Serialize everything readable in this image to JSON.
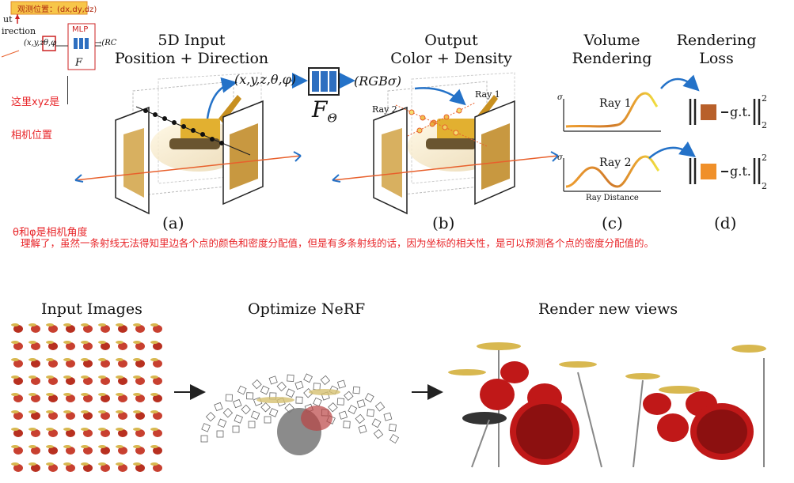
{
  "thumb": {
    "banner": "观测位置：(dx,dy,dz)",
    "label_a": "ut",
    "label_b": "irection",
    "label_c": "(x,y,z",
    "label_theta": "θ,φ",
    "mlp": "MLP",
    "f": "F",
    "out": "→(RC"
  },
  "headers": {
    "input_line1": "5D Input",
    "input_line2": "Position + Direction",
    "output_line1": "Output",
    "output_line2": "Color + Density",
    "volume_line1": "Volume",
    "volume_line2": "Rendering",
    "loss_line1": "Rendering",
    "loss_line2": "Loss"
  },
  "diagram": {
    "input_tuple": "(x,y,z,θ,φ)",
    "output_tuple": "(RGBσ)",
    "f_theta": "F",
    "f_sub": "Θ",
    "ray1": "Ray 1",
    "ray2": "Ray 2",
    "sigma": "σ",
    "ray_distance": "Ray Distance",
    "gt": "g.t.",
    "exp": "2"
  },
  "panels": {
    "a": "(a)",
    "b": "(b)",
    "c": "(c)",
    "d": "(d)"
  },
  "notes": {
    "xyz_line1": "这里xyz是",
    "xyz_line2": "相机位置",
    "angles": "θ和φ是相机角度",
    "understand": "理解了，虽然一条射线无法得知里边各个点的颜色和密度分配值，但是有多条射线的话，因为坐标的相关性，是可以预测各个点的密度分配值的。"
  },
  "bottom": {
    "input_images": "Input Images",
    "optimize": "Optimize NeRF",
    "render": "Render new views"
  },
  "colors": {
    "ray_orange": "#e8602c",
    "arrow_blue": "#2472c8",
    "note_red": "#e8262a",
    "loss_brown": "#b8602a",
    "loss_orange": "#f0902a"
  }
}
